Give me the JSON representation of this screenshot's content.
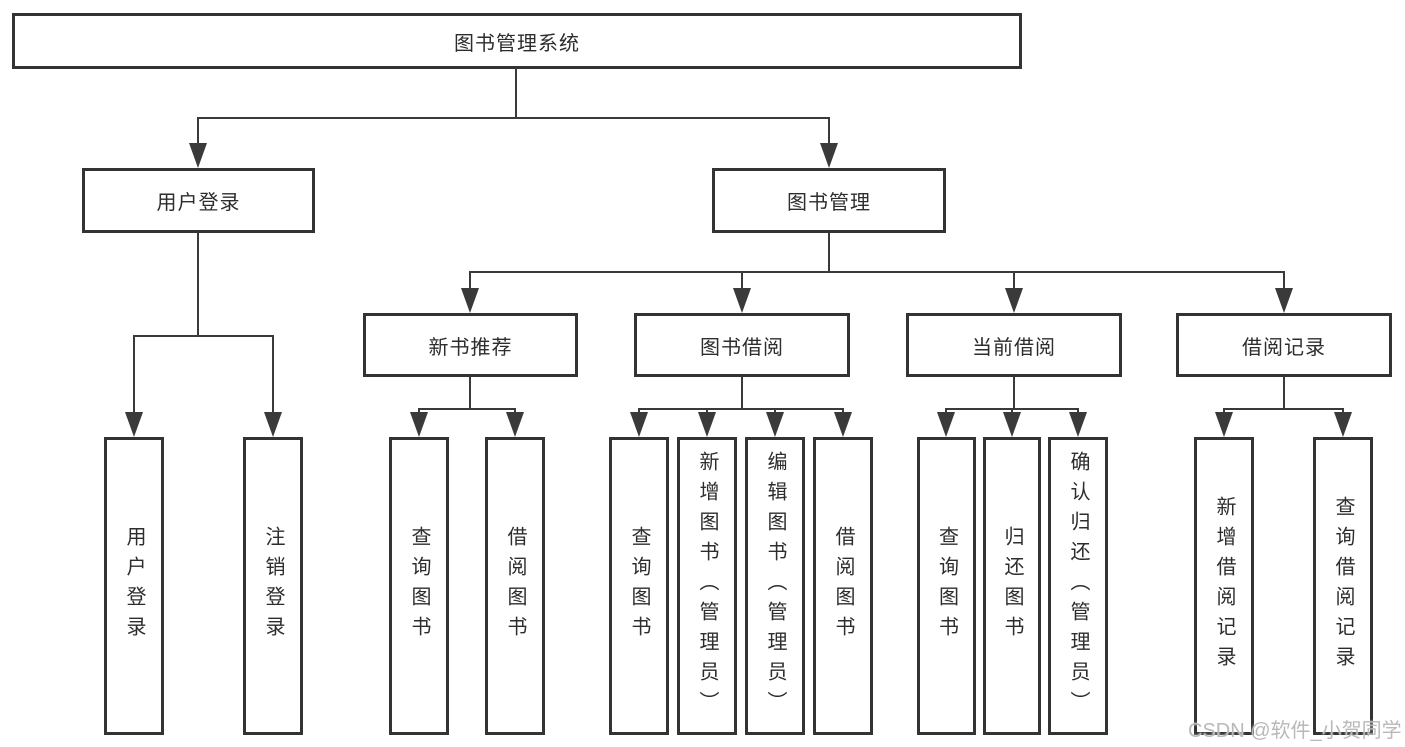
{
  "nodes": {
    "root": "图书管理系统",
    "level2": {
      "user_login": "用户登录",
      "book_mgmt": "图书管理"
    },
    "level3": {
      "new_books": "新书推荐",
      "book_borrow": "图书借阅",
      "current_borrow": "当前借阅",
      "borrow_records": "借阅记录"
    },
    "level4": {
      "a1": "用户登录",
      "a2": "注销登录",
      "b1": "查询图书",
      "b2": "借阅图书",
      "c1": "查询图书",
      "c2": "新增图书（管理员）",
      "c3": "编辑图书（管理员）",
      "c4": "借阅图书",
      "d1": "查询图书",
      "d2": "归还图书",
      "d3": "确认归还（管理员）",
      "e1": "新增借阅记录",
      "e2": "查询借阅记录"
    }
  },
  "watermark": "CSDN @软件_小贺同学",
  "colors": {
    "line": "#3a3a3a",
    "box_border": "#333333",
    "text": "#2d2d2d",
    "background": "#ffffff",
    "watermark": "#b9b9b9"
  }
}
